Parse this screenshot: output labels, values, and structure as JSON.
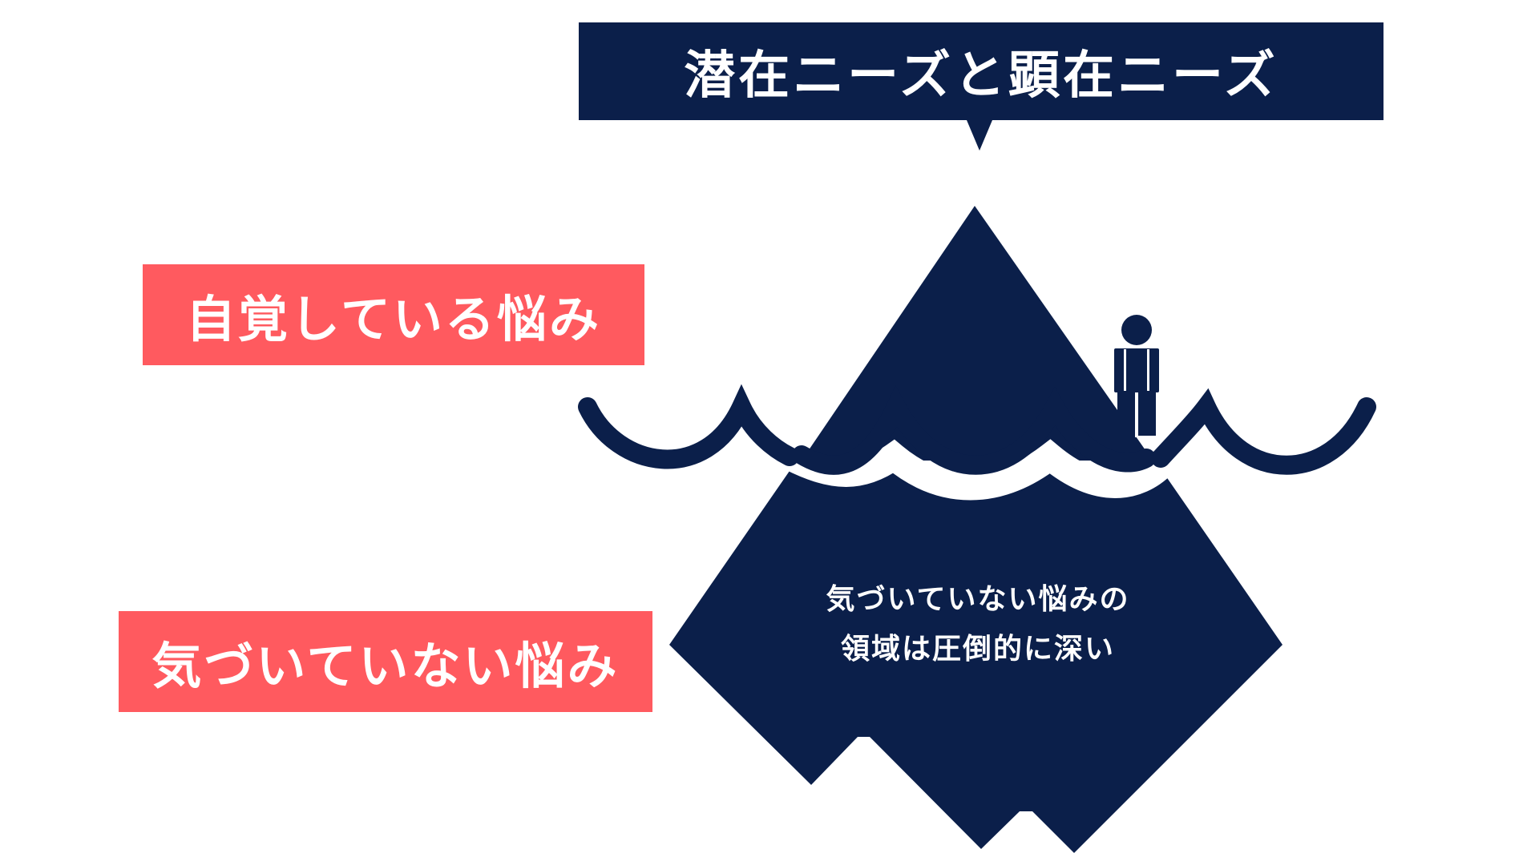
{
  "title": "潜在ニーズと顕在ニーズ",
  "labels": {
    "aware": "自覚している悩み",
    "unaware": "気づいていない悩み"
  },
  "inner_text": {
    "line1": "気づいていない悩みの",
    "line2": "領域は圧倒的に深い"
  },
  "colors": {
    "navy": "#0b1f4a",
    "label_red": "#ff5a5f",
    "background": "#ffffff",
    "text_white": "#ffffff"
  },
  "icons": [
    "person-icon",
    "wave-line",
    "iceberg-shape"
  ]
}
